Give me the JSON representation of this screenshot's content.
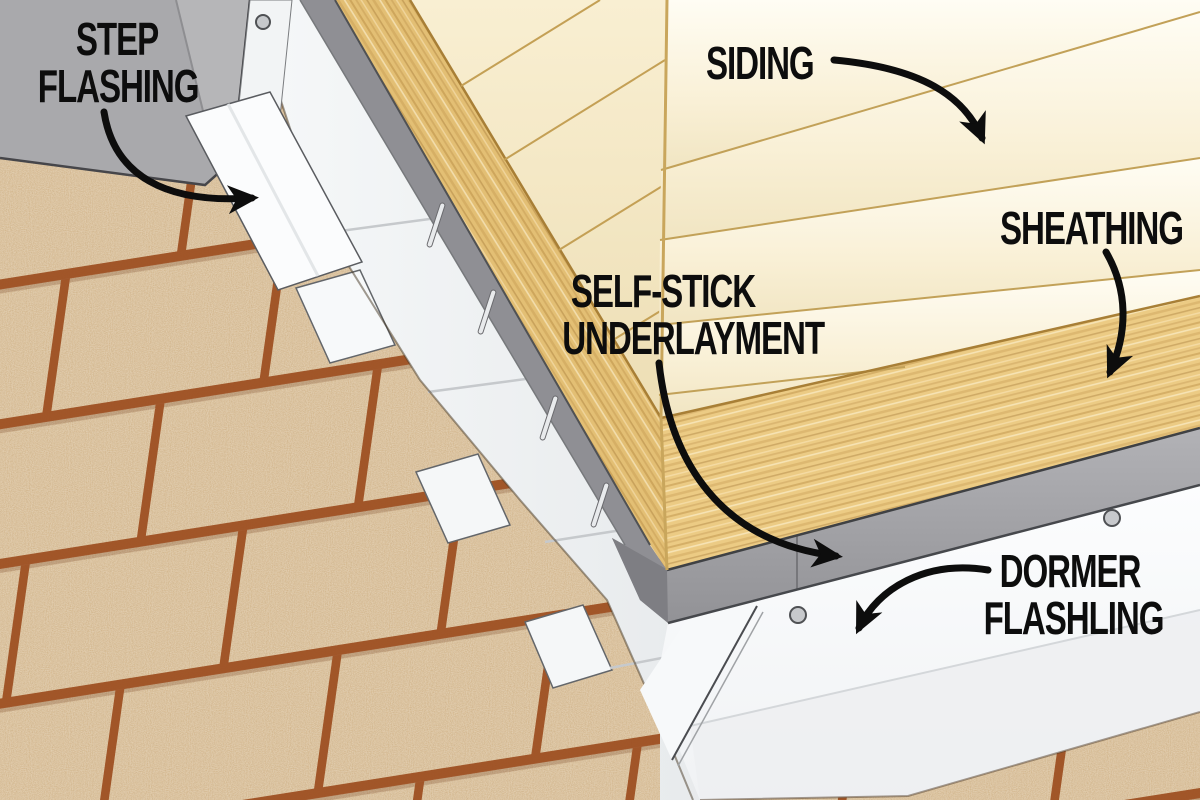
{
  "figure": {
    "type": "construction-cutaway-diagram",
    "subject": "Dormer step flashing and underlayment at roof plane",
    "callouts": [
      {
        "id": "step-flashing",
        "label": "STEP\nFLASHING"
      },
      {
        "id": "siding",
        "label": "SIDING"
      },
      {
        "id": "sheathing",
        "label": "SHEATHING"
      },
      {
        "id": "self-stick-underlayment",
        "label": "SELF-STICK\nUNDERLAYMENT"
      },
      {
        "id": "dormer-flashing",
        "label": "DORMER\nFLASHLING"
      }
    ],
    "palette": {
      "label_text": "#0d0d0d",
      "arrow": "#0d0d0d",
      "shingle_base": "#d8b88a",
      "shingle_gap": "#9c4c1e",
      "flashing_white": "#f8fafb",
      "underlayment_gray": "#97979b",
      "wall_gray": "#aeaeb0",
      "sheathing_wood": "#eccb84",
      "siding_cream": "#faf1d9",
      "board_edge_gold": "#c2a158"
    }
  }
}
